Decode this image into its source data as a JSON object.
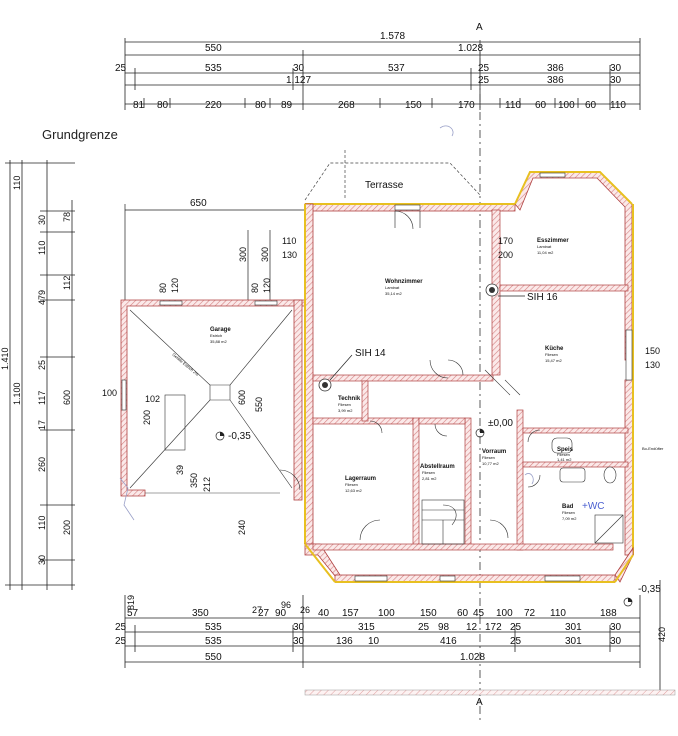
{
  "title": "Grundgrenze",
  "top_dims": {
    "row1_total": "1.578",
    "row2": [
      "550",
      "1.028"
    ],
    "row3": [
      "25",
      "535",
      "30",
      "537",
      "25",
      "386",
      "30"
    ],
    "row4": [
      "1.127",
      "25",
      "386",
      "30"
    ],
    "row5": [
      "81",
      "80",
      "220",
      "80",
      "89",
      "268",
      "150",
      "170",
      "110",
      "60",
      "100",
      "60",
      "110"
    ]
  },
  "bottom_dims": {
    "row1": [
      "819",
      "27",
      "96",
      "26"
    ],
    "row2": [
      "57",
      "350",
      "27",
      "90",
      "40",
      "157",
      "100",
      "150",
      "60",
      "45",
      "100",
      "72",
      "110",
      "188"
    ],
    "row3": [
      "25",
      "535",
      "30",
      "315",
      "25",
      "98",
      "12",
      "172",
      "25",
      "301",
      "30"
    ],
    "row4": [
      "25",
      "535",
      "30",
      "136",
      "10",
      "416",
      "25",
      "301",
      "30"
    ],
    "row5": [
      "550",
      "1.028"
    ],
    "right": "420"
  },
  "left_dims": [
    "110",
    "30",
    "78",
    "110",
    "112",
    "479",
    "25",
    "117",
    "17",
    "260",
    "110",
    "30",
    "1.100",
    "1.410",
    "600",
    "200"
  ],
  "rooms": {
    "terrasse": "Terrasse",
    "wohnzimmer": {
      "name": "Wohnzimmer",
      "sub": "Laminat",
      "area": "35,14 m2"
    },
    "esszimmer": {
      "name": "Esszimmer",
      "sub": "Laminat",
      "area": "11,04 m2"
    },
    "kueche": {
      "name": "Küche",
      "sub": "Fliesen",
      "area": "15,47 m2"
    },
    "garage": {
      "name": "Garage",
      "sub": "Estrich",
      "area": "35,88 m2"
    },
    "technik": {
      "name": "Technik",
      "sub": "Fliesen",
      "area": "3,99 m2"
    },
    "lagerraum": {
      "name": "Lagerraum",
      "sub": "Fliesen",
      "area": "12,63 m2"
    },
    "abstellraum": {
      "name": "Abstellraum",
      "sub": "Fliesen",
      "area": "2,81 m2"
    },
    "vorraum": {
      "name": "Vorraum",
      "sub": "Fliesen",
      "area": "10,77 m2"
    },
    "speis": {
      "name": "Speis",
      "sub": "Fliesen",
      "area": "1,41 m2"
    },
    "bad": {
      "name": "Bad",
      "sub": "Fliesen",
      "area": "7,09 m2",
      "note": "+WC"
    }
  },
  "labels": {
    "sih14": "SIH 14",
    "sih16": "SIH 16",
    "level": "±0,00",
    "level_neg": "-0,35",
    "level_neg2": "-0,35",
    "gefaelle": "Gefälle Estrich 2%",
    "bo_end": "Bo-Endüfter",
    "section": "A"
  },
  "inner_dims": {
    "w_110": "110",
    "w_130": "130",
    "w_650": "650",
    "w_300a": "300",
    "w_300b": "300",
    "w_80a": "80",
    "w_80b": "80",
    "w_120a": "120",
    "w_120b": "120",
    "w_170": "170",
    "w_200": "200",
    "w_150": "150",
    "w_130r": "130",
    "w_100": "100",
    "w_600": "600",
    "w_550": "550",
    "w_200g": "200",
    "w_102": "102",
    "w_240": "240",
    "w_350": "350",
    "w_212": "212",
    "w_39": "39"
  }
}
